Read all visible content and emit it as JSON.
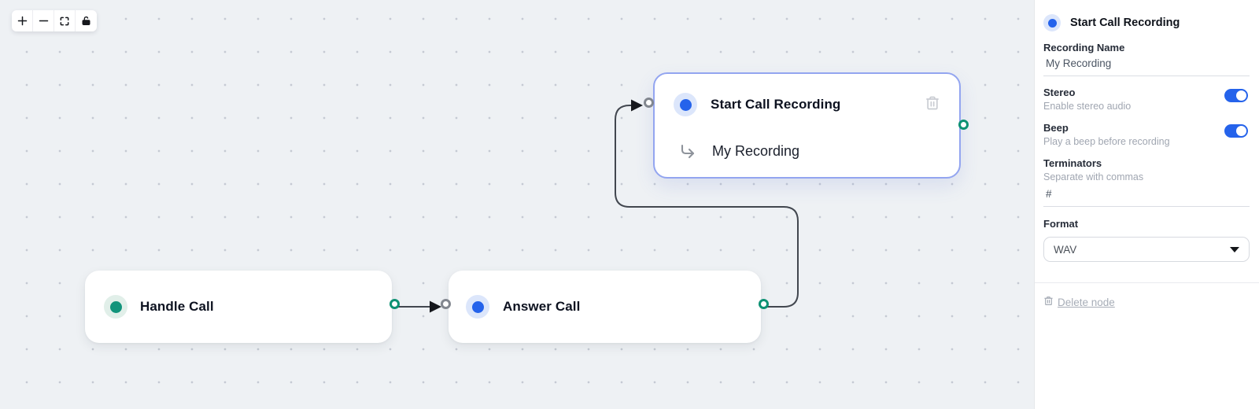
{
  "toolbar": {
    "buttons": [
      {
        "name": "zoom-in",
        "icon": "plus-icon"
      },
      {
        "name": "zoom-out",
        "icon": "minus-icon"
      },
      {
        "name": "fit-view",
        "icon": "fit-view-icon"
      },
      {
        "name": "toggle-interactivity",
        "icon": "lock-open-icon"
      }
    ]
  },
  "nodes": {
    "handle_call": {
      "title": "Handle Call",
      "accent": "#12947b"
    },
    "answer_call": {
      "title": "Answer Call",
      "accent": "#2563eb"
    },
    "start_call_recording": {
      "title": "Start Call Recording",
      "subtitle": "My Recording",
      "accent": "#2563eb",
      "selected": true
    }
  },
  "edges": [
    {
      "from": "handle_call",
      "to": "answer_call"
    },
    {
      "from": "answer_call",
      "to": "start_call_recording"
    }
  ],
  "panel": {
    "title": "Start Call Recording",
    "recording_name": {
      "label": "Recording Name",
      "value": "My Recording"
    },
    "stereo": {
      "label": "Stereo",
      "help": "Enable stereo audio",
      "on": true
    },
    "beep": {
      "label": "Beep",
      "help": "Play a beep before recording",
      "on": true
    },
    "terminators": {
      "label": "Terminators",
      "help": "Separate with commas",
      "value": "#"
    },
    "format": {
      "label": "Format",
      "value": "WAV"
    },
    "delete_label": "Delete node"
  },
  "colors": {
    "accent_teal": "#12947b",
    "accent_blue": "#2563eb",
    "selected_border": "#93a5f0",
    "toggle_on": "#2563eb",
    "edge": "#42474f",
    "canvas_bg": "#eef1f4"
  }
}
